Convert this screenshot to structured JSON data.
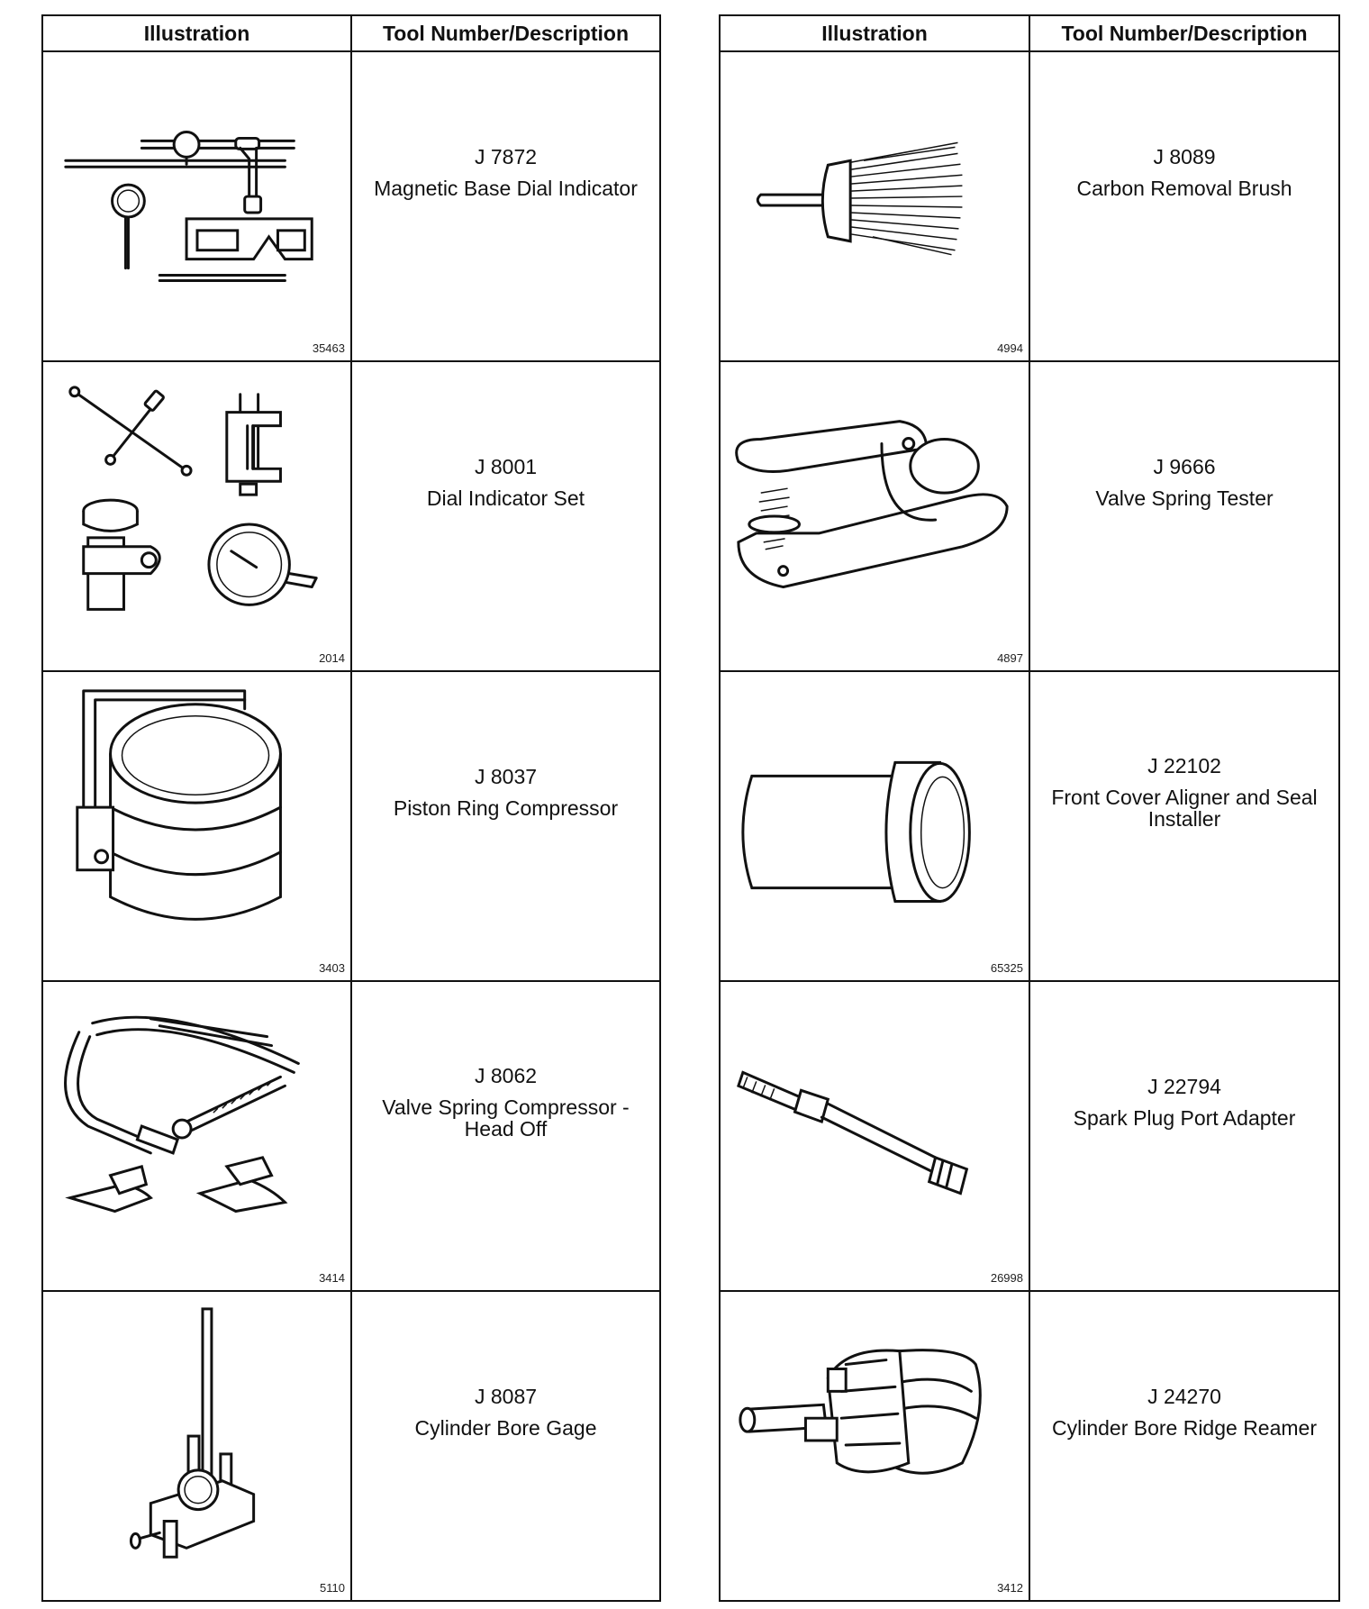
{
  "header": {
    "illustration": "Illustration",
    "tool_number_description": "Tool Number/Description"
  },
  "left": [
    {
      "fig": "35463",
      "number": "J 7872",
      "description": "Magnetic Base Dial Indicator",
      "icon": "magnetic-base-dial-indicator-icon"
    },
    {
      "fig": "2014",
      "number": "J 8001",
      "description": "Dial Indicator Set",
      "icon": "dial-indicator-set-icon"
    },
    {
      "fig": "3403",
      "number": "J 8037",
      "description": "Piston Ring Compressor",
      "icon": "piston-ring-compressor-icon"
    },
    {
      "fig": "3414",
      "number": "J 8062",
      "description": "Valve Spring Compressor - Head Off",
      "icon": "valve-spring-compressor-icon"
    },
    {
      "fig": "5110",
      "number": "J 8087",
      "description": "Cylinder Bore Gage",
      "icon": "cylinder-bore-gage-icon"
    }
  ],
  "right": [
    {
      "fig": "4994",
      "number": "J 8089",
      "description": "Carbon Removal Brush",
      "icon": "carbon-removal-brush-icon"
    },
    {
      "fig": "4897",
      "number": "J 9666",
      "description": "Valve Spring Tester",
      "icon": "valve-spring-tester-icon"
    },
    {
      "fig": "65325",
      "number": "J 22102",
      "description": "Front Cover Aligner and Seal Installer",
      "icon": "front-cover-aligner-icon"
    },
    {
      "fig": "26998",
      "number": "J 22794",
      "description": "Spark Plug Port Adapter",
      "icon": "spark-plug-port-adapter-icon"
    },
    {
      "fig": "3412",
      "number": "J 24270",
      "description": "Cylinder Bore Ridge Reamer",
      "icon": "cylinder-bore-ridge-reamer-icon"
    }
  ]
}
